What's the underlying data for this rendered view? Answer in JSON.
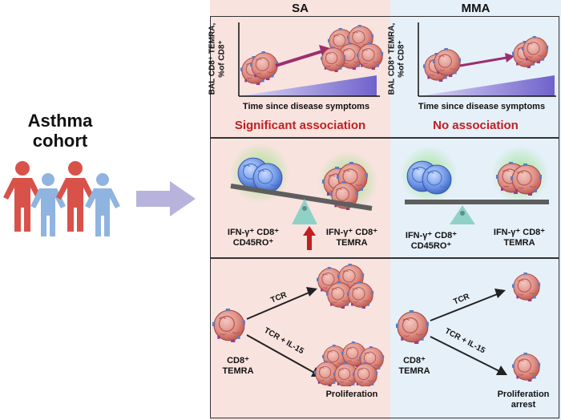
{
  "left": {
    "title_line1": "Asthma",
    "title_line2": "cohort"
  },
  "columns": {
    "sa": "SA",
    "mma": "MMA"
  },
  "panel1": {
    "y_axis_label": "BAL CD8⁺ TEMRA, %of CD8⁺",
    "x_axis_label": "Time since disease symptoms",
    "sa_result": "Significant association",
    "mma_result": "No association"
  },
  "panel2": {
    "left_label_line1": "IFN-γ⁺ CD8⁺",
    "left_label_line2": "CD45RO⁺",
    "right_label_line1": "IFN-γ⁺ CD8⁺",
    "right_label_line2": "TEMRA"
  },
  "panel3": {
    "cell_label_line1": "CD8⁺",
    "cell_label_line2": "TEMRA",
    "arrow_upper": "TCR",
    "arrow_lower": "TCR + IL-15",
    "sa_outcome": "Proliferation",
    "mma_outcome_line1": "Proliferation",
    "mma_outcome_line2": "arrest"
  },
  "colors": {
    "sa_bg": "#f9e3df",
    "mma_bg": "#e6f0f9",
    "accent_red": "#c0201f",
    "people_red": "#d8524a",
    "people_blue": "#8fb4e0",
    "arrow_lavender": "#b8b3dd",
    "triangle_teal": "#8fd1c6",
    "beam_gray": "#5e5e5e",
    "wedge_purple": "#7a6fd0"
  }
}
